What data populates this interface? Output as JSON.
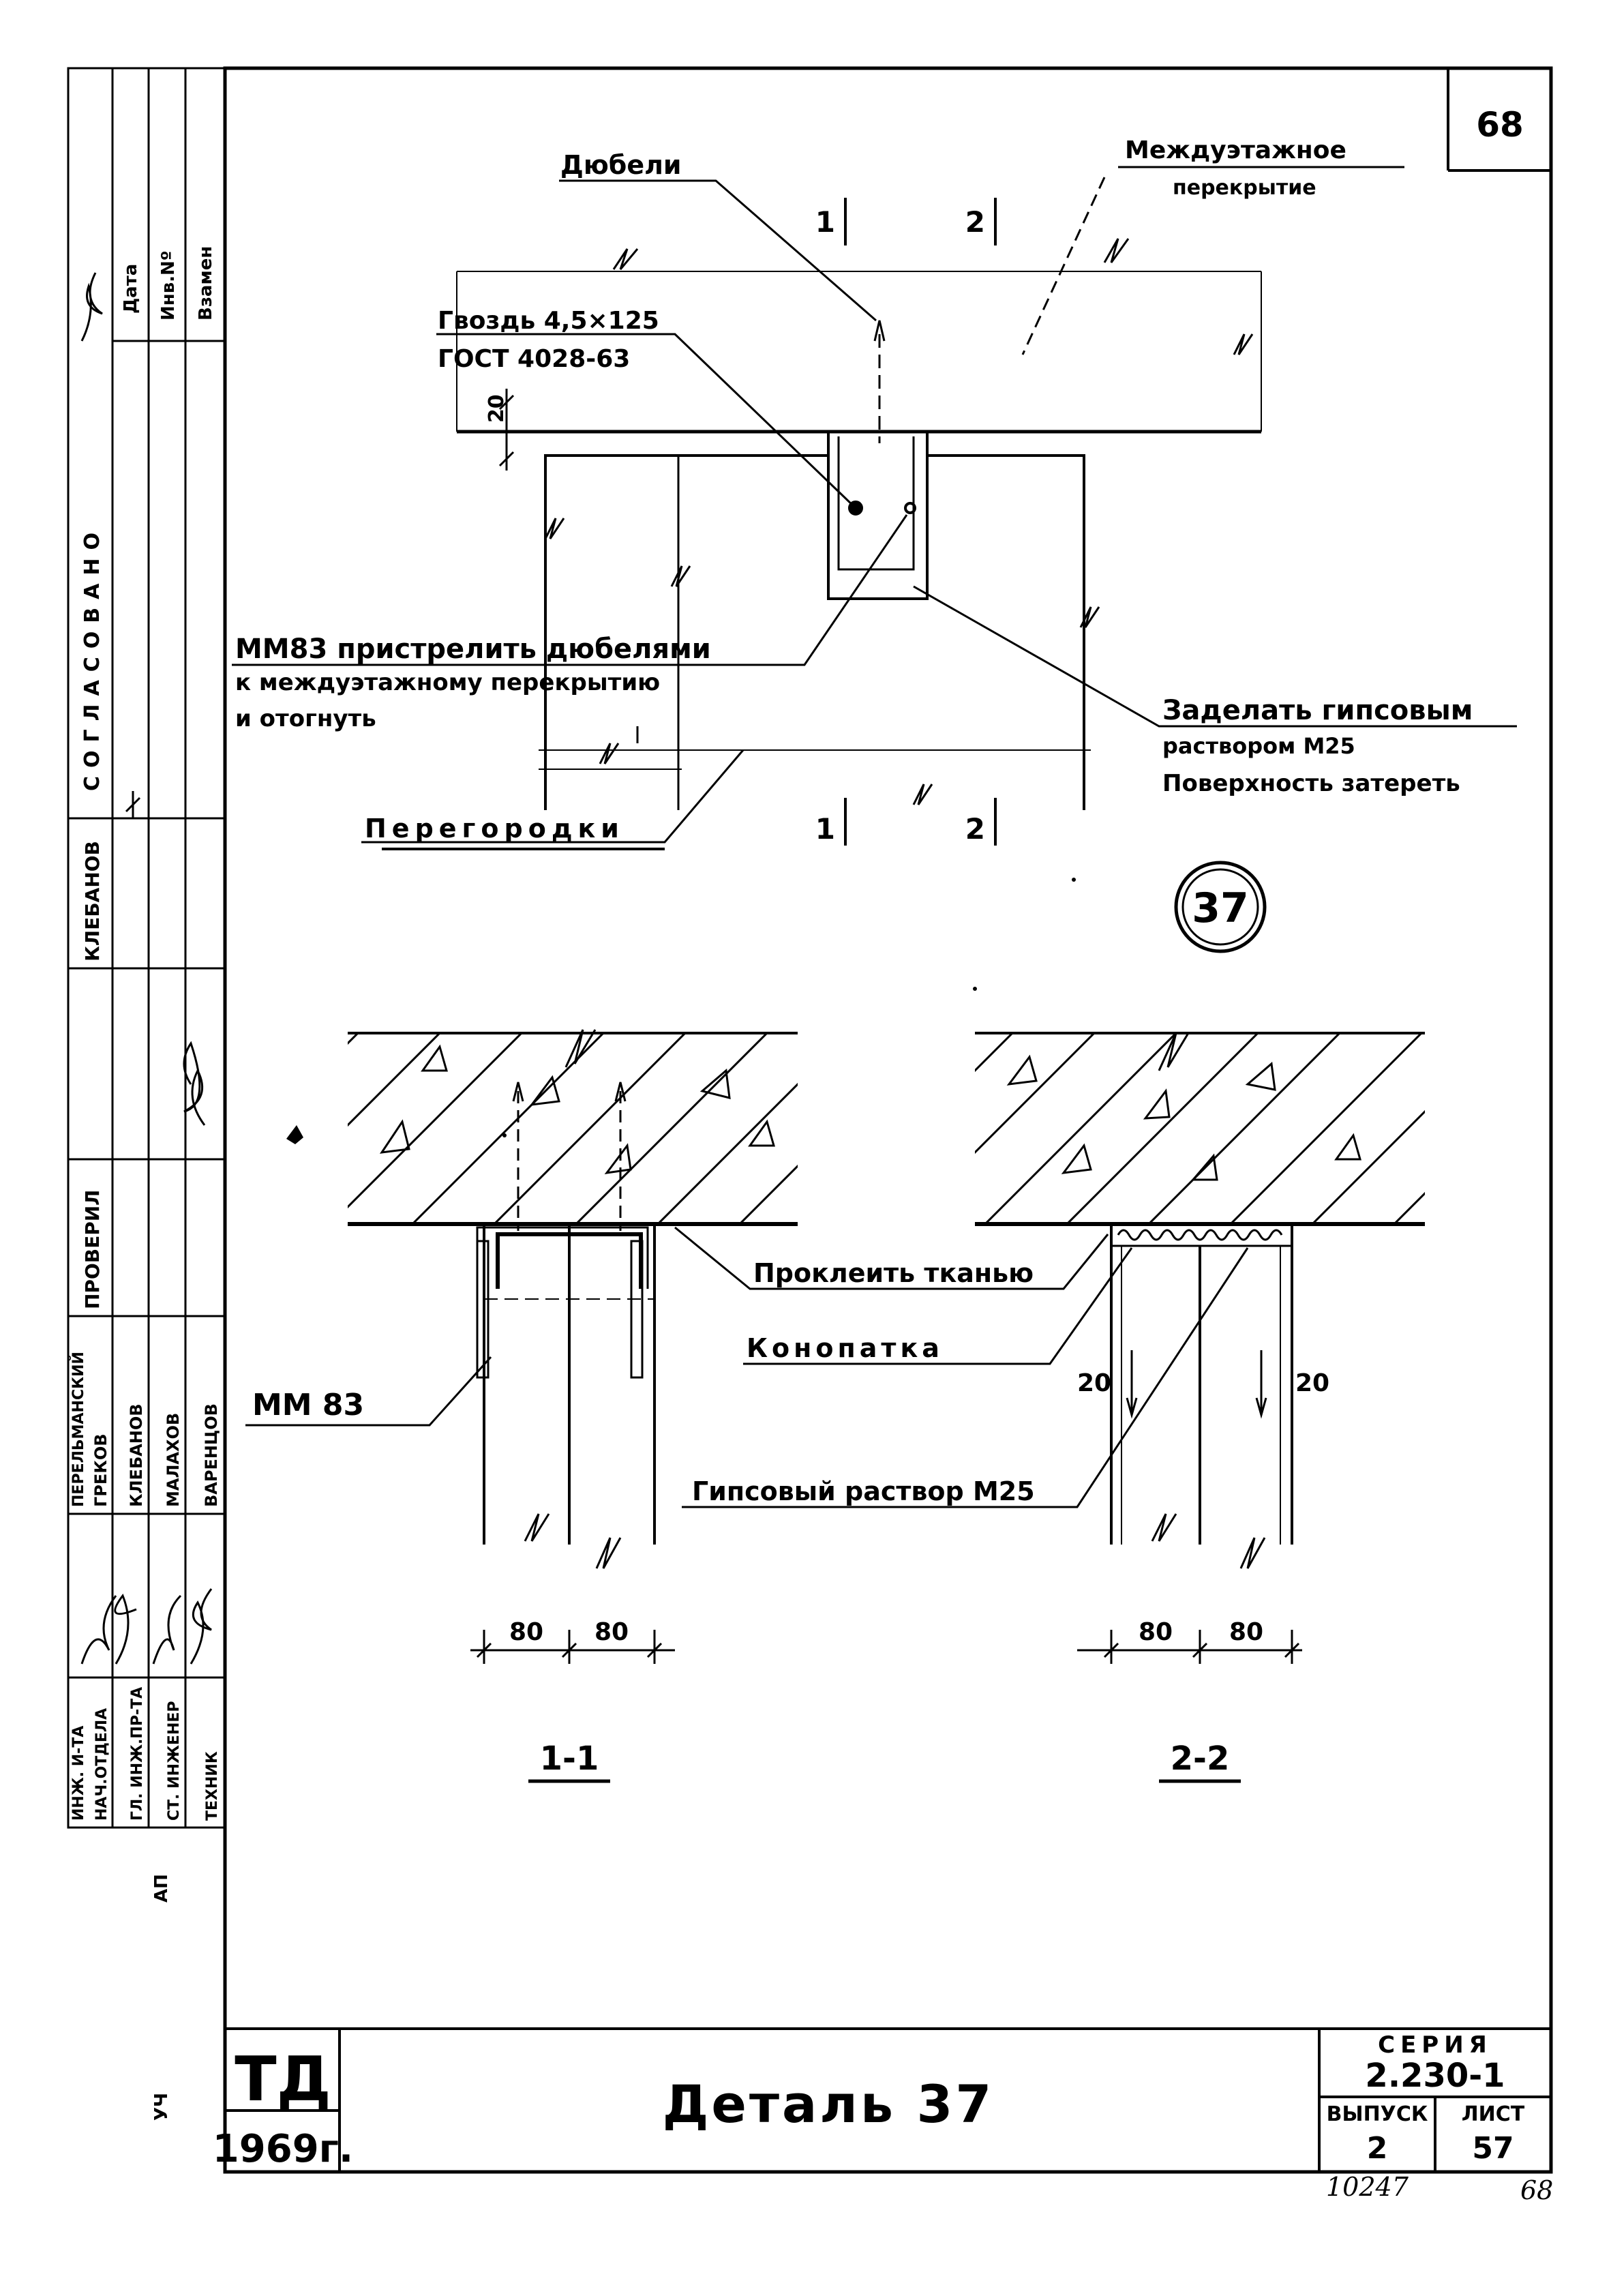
{
  "sheet": {
    "page_number_top": "68",
    "page_number_bottom": "68",
    "inventory_number": "10247"
  },
  "stamp": {
    "agreed_label": "СОГЛАСОВАНО",
    "agreed_by": "КЛЕБАНОВ",
    "checked_label": "ПРОВЕРИЛ",
    "date_label": "Дата",
    "inv_no_label": "Инв.Nº",
    "replaces_label": "Взамен",
    "roles": [
      "ИНЖ. И-ТА",
      "НАЧ.ОТДЕЛА",
      "ГЛ. ИНЖ.ПР-ТА",
      "СТ. ИНЖЕНЕР",
      "ТЕХНИК"
    ],
    "names": [
      "ПЕРЕЛЬМАНСКИЙ",
      "ГРЕКОВ",
      "КЛЕБАНОВ",
      "МАЛАХОВ",
      "ВАРЕНЦОВ"
    ],
    "margin_mark_1": "УЧ",
    "margin_mark_2": "АП"
  },
  "plan": {
    "label_dowels": "Дюбели",
    "label_floor_1": "Междуэтажное",
    "label_floor_2": "перекрытие",
    "label_nail_1": "Гвоздь 4,5×125",
    "label_nail_2": "ГОСТ 4028-63",
    "dim_20": "20",
    "note_mm83_1": "ММ83 пристрелить дюбелями",
    "note_mm83_2": "к междуэтажному перекрытию",
    "note_mm83_3": "и отогнуть",
    "note_gypsum_1": "Заделать гипсовым",
    "note_gypsum_2": "раствором М25",
    "note_gypsum_3": "Поверхность затереть",
    "label_partitions": "Перегородки",
    "sec_top_1": "1",
    "sec_top_2": "2",
    "sec_bot_1": "1",
    "sec_bot_2": "2"
  },
  "detail_no": "37",
  "sections": {
    "label_mm83": "ММ 83",
    "label_glue": "Проклеить тканью",
    "label_caulk": "Конопатка",
    "label_gypsum": "Гипсовый раствор М25",
    "dim_20_left": "20",
    "dim_20_right": "20",
    "dims_1": [
      "80",
      "80"
    ],
    "dims_2": [
      "80",
      "80"
    ],
    "section_1_title": "1-1",
    "section_2_title": "2-2"
  },
  "title_block": {
    "org": "ТД",
    "year": "1969г.",
    "title": "Деталь 37",
    "series_label": "СЕРИЯ",
    "series_value": "2.230-1",
    "issue_label": "ВЫПУСК",
    "issue_value": "2",
    "sheet_label": "ЛИСТ",
    "sheet_value": "57"
  }
}
